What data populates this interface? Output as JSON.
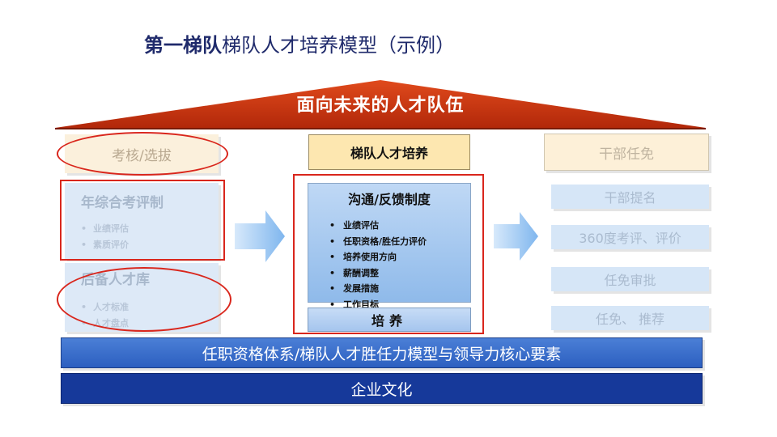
{
  "title": {
    "strong": "第一梯队",
    "rest": "梯队人才培养模型（示例）"
  },
  "roof": {
    "label": "面向未来的人才队伍"
  },
  "left": {
    "header": "考核/选拔",
    "card1": {
      "title": "年综合考评制",
      "items": [
        "业绩评估",
        "素质评价"
      ]
    },
    "card2": {
      "title": "后备人才库",
      "items": [
        "人才标准",
        "人才盘点"
      ]
    }
  },
  "center": {
    "header": "梯队人才培养",
    "card": {
      "title": "沟通/反馈制度",
      "items": [
        "业绩评估",
        "任职资格/胜任力评价",
        "培养使用方向",
        "薪酬调整",
        "发展措施",
        "工作目标"
      ]
    },
    "button": "培养"
  },
  "right": {
    "header": "干部任免",
    "items": [
      "干部提名",
      "360度考评、评价",
      "任免审批",
      "任免、 推荐"
    ]
  },
  "foundation": {
    "bar1": "任职资格体系/梯队人才胜任力模型与领导力核心要素",
    "bar2": "企业文化"
  },
  "colors": {
    "roof": "#c8310c",
    "highlight": "#d9261c",
    "arrow": "#8ec0f1",
    "bar_top": "#2c5fc0",
    "bar_bottom": "#16399a"
  }
}
